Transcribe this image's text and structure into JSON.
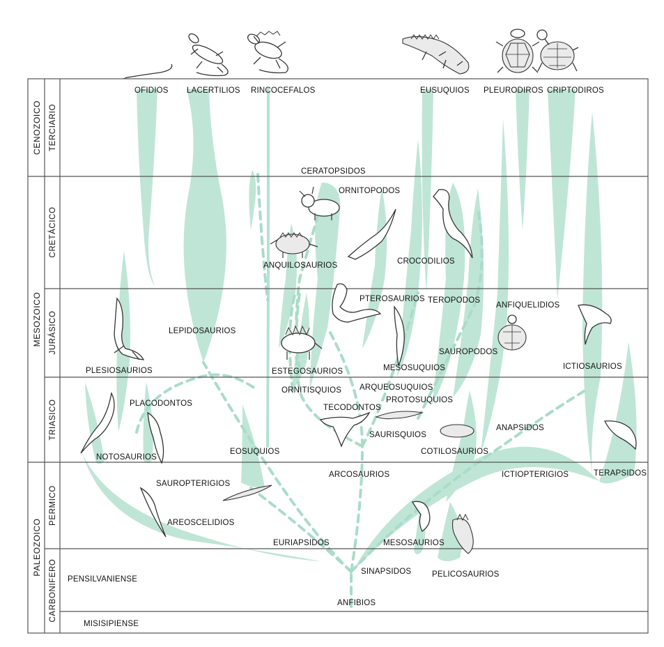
{
  "eras": {
    "cenozoic": "CENOZOICO",
    "mesozoic": "MESOZOICO",
    "paleozoic": "PALEOZOICO"
  },
  "periods": {
    "terciario": "TERCIARIO",
    "cretacico": "CRETÁCICO",
    "jurasico": "JURÁSICO",
    "triasico": "TRIASICO",
    "permico": "PERMICO",
    "carbonifero": "CARBONIFERO"
  },
  "subperiods": {
    "pensilvaniense": "PENSILVANIENSE",
    "misisipiense": "MISISIPIENSE"
  },
  "top_labels": {
    "ofidios": "OFIDIOS",
    "lacertilios": "LACERTILIOS",
    "rincocefalos": "RINCOCEFALOS",
    "eusuquios": "EUSUQUIOS",
    "pleurodiros": "PLEURODIROS",
    "criptodiros": "CRIPTODIROS"
  },
  "labels": {
    "ceratopsidos": "CERATOPSIDOS",
    "ornitopodos": "ORNITOPODOS",
    "anquilosaurios": "ANQUILOSAURIOS",
    "crocodilios": "CROCODILIOS",
    "pterosaurios": "PTEROSAURIOS",
    "teropodos": "TEROPODOS",
    "anfiquelidios": "ANFIQUELIDIOS",
    "lepidosaurios": "LEPIDOSAURIOS",
    "plesiosaurios": "PLESIOSAURIOS",
    "estegosaurios": "ESTEGOSAURIOS",
    "mesosuquios": "MESOSUQUIOS",
    "sauropodos": "SAUROPODOS",
    "ictiosaurios": "ICTIOSAURIOS",
    "ornitisquios": "ORNITISQUIOS",
    "arqueosuquios": "ARQUEOSUQUIOS",
    "protosuquios": "PROTOSUQUIOS",
    "placodontos": "PLACODONTOS",
    "tecodontos": "TECODONTOS",
    "saurisquios": "SAURISQUIOS",
    "anapsidos": "ANAPSIDOS",
    "cotilosaurios": "COTILOSAURIOS",
    "notosaurios": "NOTOSAURIOS",
    "eosuquios": "EOSUQUIOS",
    "arcosaurios": "ARCOSAURIOS",
    "ictiopterigios": "ICTIOPTERIGIOS",
    "terapsidos": "TERAPSIDOS",
    "sauropterigios": "SAUROPTERIGIOS",
    "areoscelidios": "AREOSCELIDIOS",
    "euriapsidos": "EURIAPSIDOS",
    "mesosaurios": "MESOSAURIOS",
    "sinapsidos": "SINAPSIDOS",
    "pelicosaurios": "PELICOSAURIOS",
    "anfibios": "ANFIBIOS"
  },
  "colors": {
    "lineage_fill": "#bfe5d6",
    "grid_line": "#555555",
    "text": "#111111"
  },
  "icons": {
    "top_row": [
      "snake-icon",
      "lizard-icon",
      "tuatara-icon",
      "crocodile-icon",
      "side-necked-turtle-icon",
      "turtle-icon"
    ]
  }
}
